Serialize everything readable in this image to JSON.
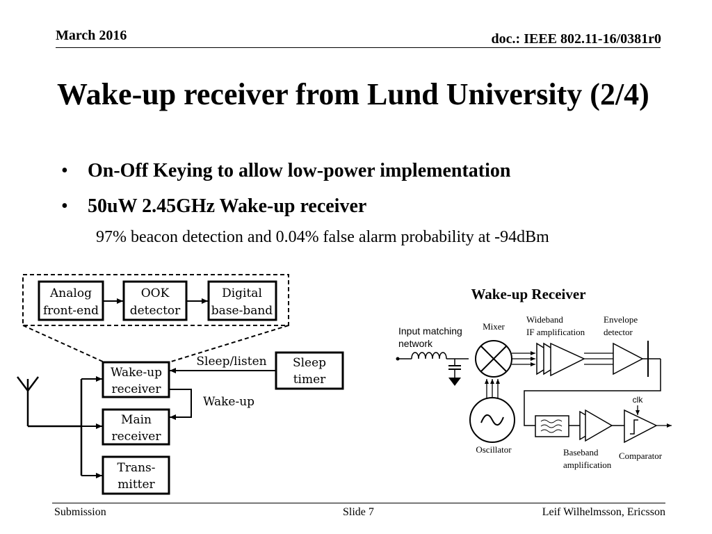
{
  "header": {
    "date": "March 2016",
    "doc": "doc.: IEEE 802.11-16/0381r0"
  },
  "title": "Wake-up receiver from Lund University (2/4)",
  "bullets": [
    "On-Off Keying to allow low-power implementation",
    "50uW 2.45GHz Wake-up receiver"
  ],
  "sub_bullet": "97% beacon detection and 0.04% false alarm probability at -94dBm",
  "block_diagram": {
    "blocks": {
      "analog_l1": "Analog",
      "analog_l2": "front-end",
      "ook_l1": "OOK",
      "ook_l2": "detector",
      "digital_l1": "Digital",
      "digital_l2": "base-band",
      "wur_l1": "Wake-up",
      "wur_l2": "receiver",
      "main_l1": "Main",
      "main_l2": "receiver",
      "tx_l1": "Trans-",
      "tx_l2": "mitter",
      "sleep_l1": "Sleep",
      "sleep_l2": "timer"
    },
    "labels": {
      "sleep_listen": "Sleep/listen",
      "wake_up": "Wake-up"
    }
  },
  "receiver_diagram": {
    "title": "Wake-up Receiver",
    "input_l1": "Input matching",
    "input_l2": "network",
    "mixer": "Mixer",
    "wideband_l1": "Wideband",
    "wideband_l2": "IF amplification",
    "envelope_l1": "Envelope",
    "envelope_l2": "detector",
    "clk": "clk",
    "oscillator": "Oscillator",
    "baseband_l1": "Baseband",
    "baseband_l2": "amplification",
    "comparator": "Comparator"
  },
  "footer": {
    "left": "Submission",
    "center": "Slide 7",
    "right": "Leif Wilhelmsson, Ericsson"
  }
}
